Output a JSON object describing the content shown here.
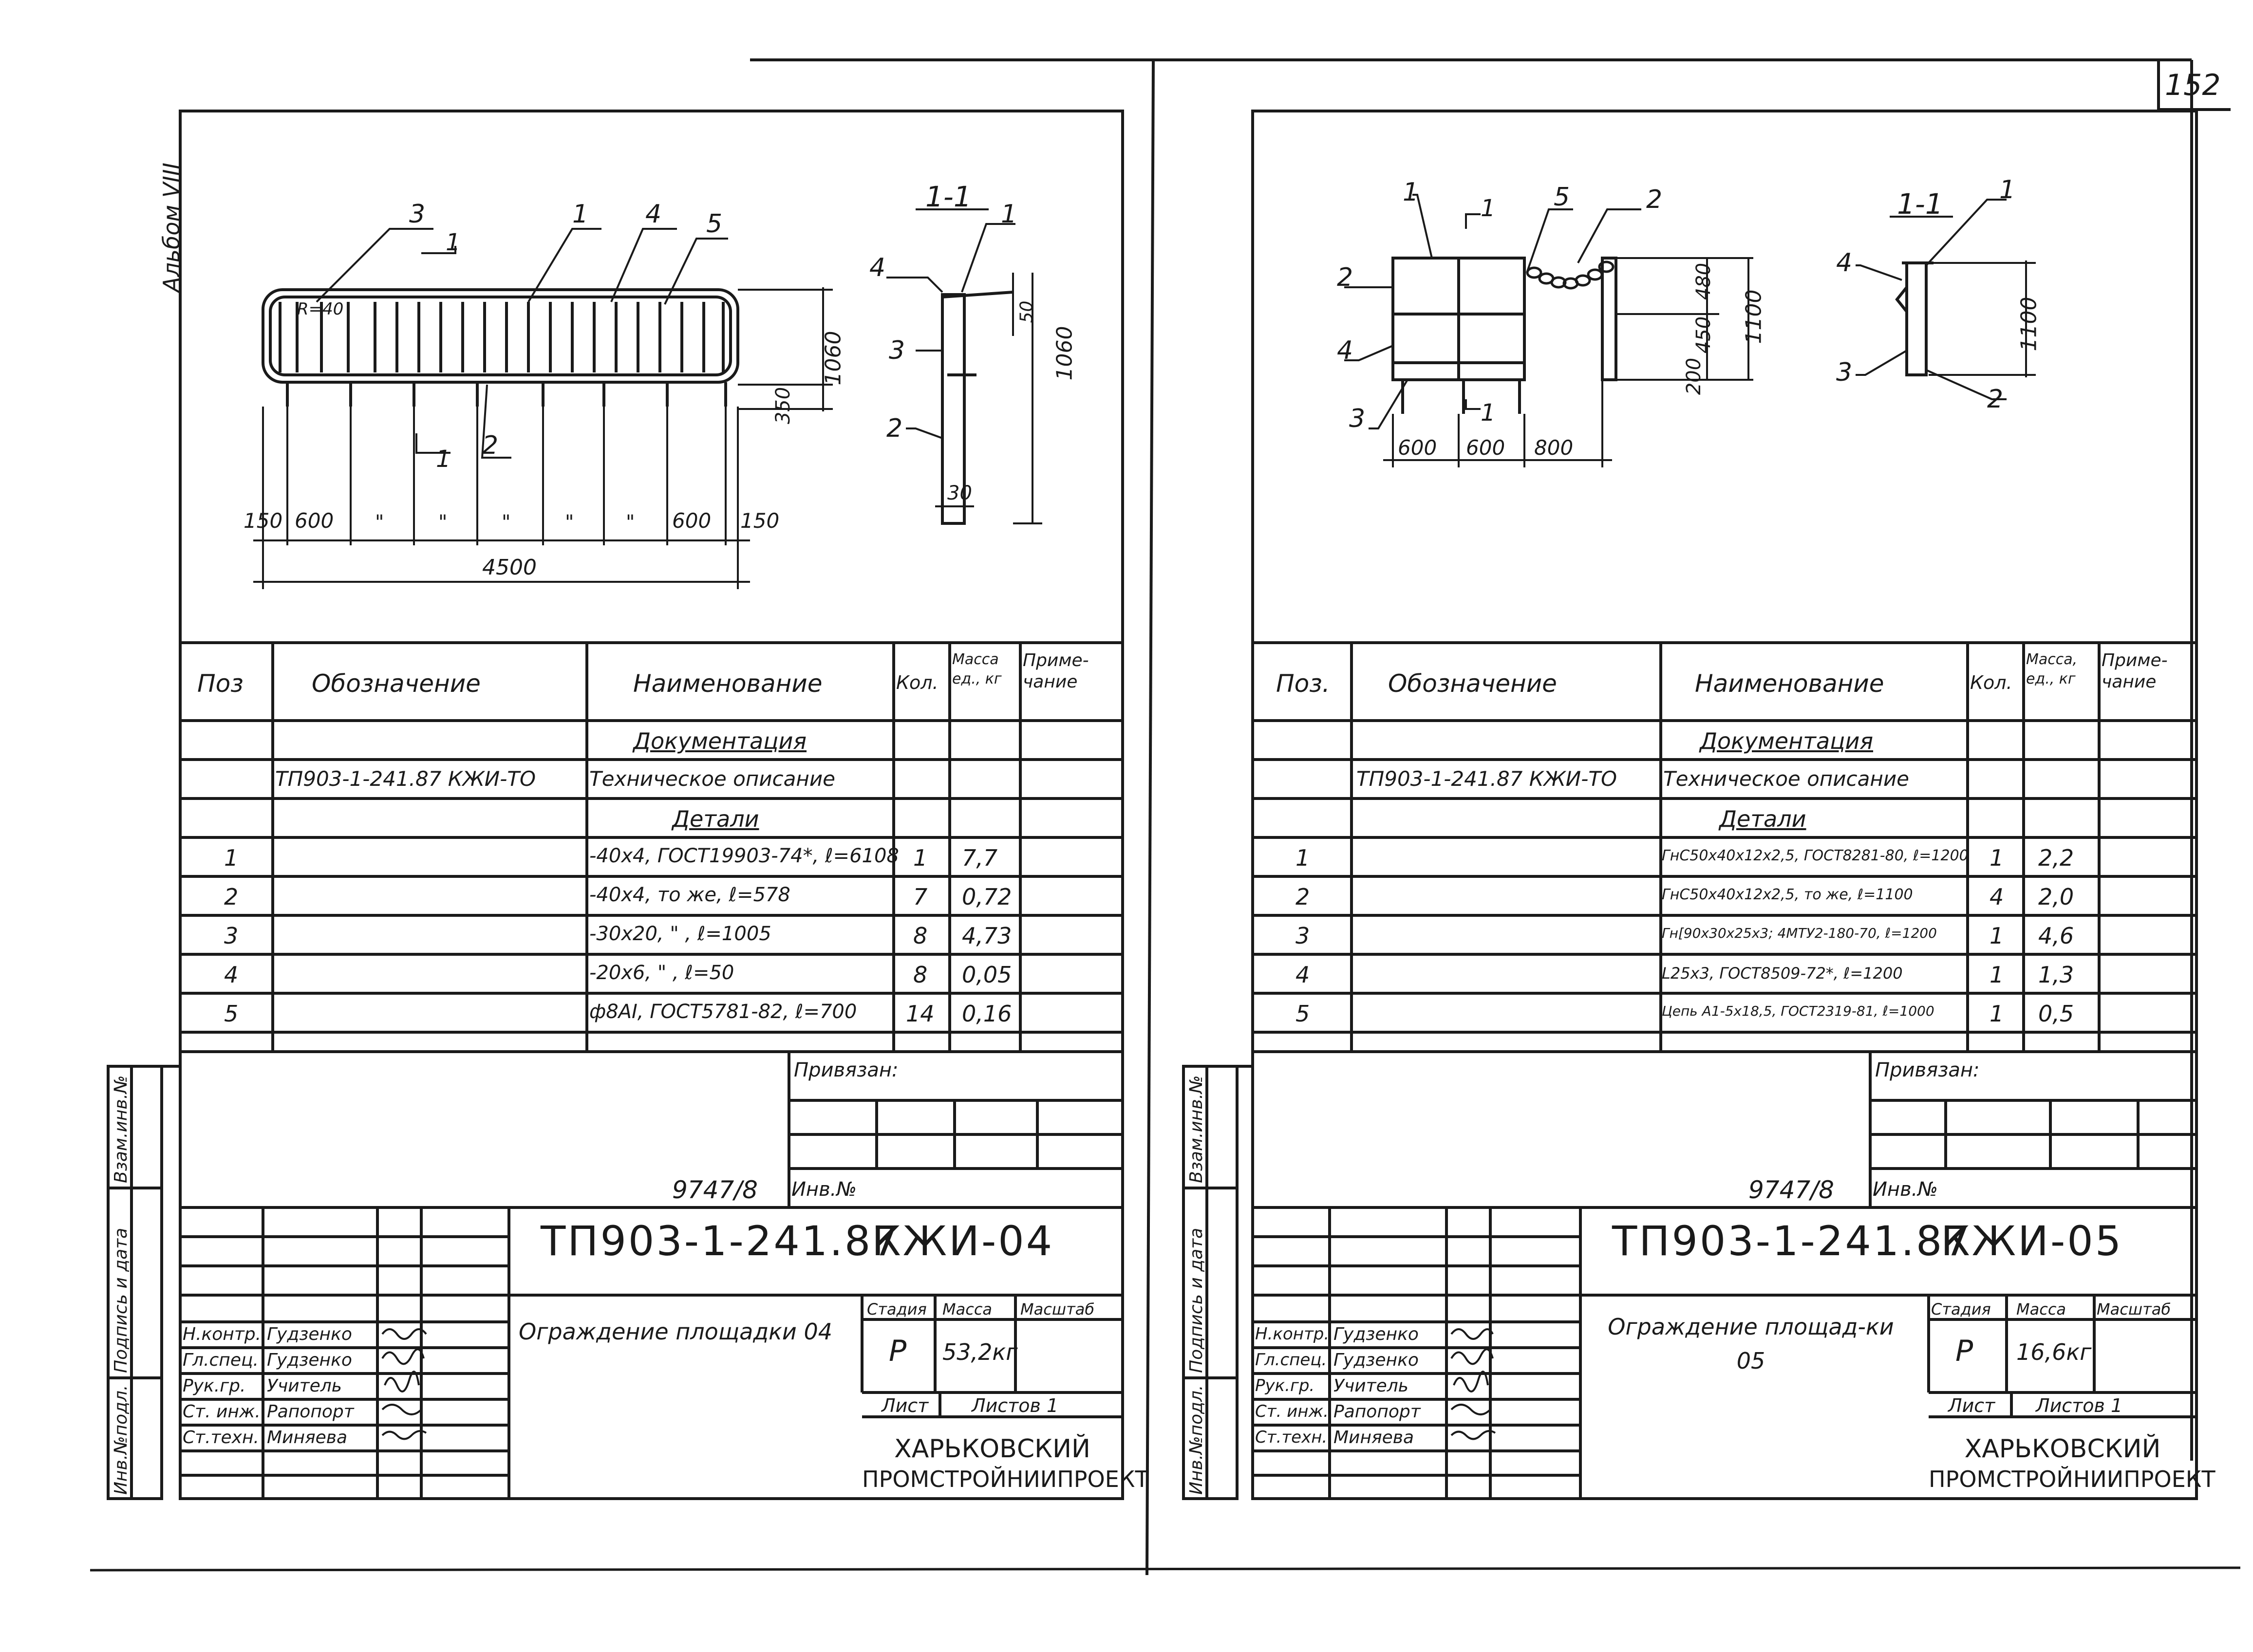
{
  "sheet_number": "152",
  "album_label": "Альбом VIII",
  "left": {
    "section_label": "1-1",
    "callouts": {
      "c1": "1",
      "c2": "2",
      "c3": "3",
      "c4": "4",
      "c5": "5"
    },
    "dims": {
      "height": "1060",
      "bottom": "350",
      "post_top": "50",
      "gap": "150",
      "span": "600",
      "ditto": "\"",
      "total": "4500",
      "section_height": "1060",
      "section_width": "30",
      "r": "R=40"
    },
    "spec": {
      "headers": {
        "pos": "Поз",
        "designation": "Обозначение",
        "name": "Наименование",
        "qty": "Кол.",
        "mass": "Масса ед., кг",
        "note": "Приме-чание"
      },
      "section_docs": "Документация",
      "doc_row": {
        "designation": "ТП903-1-241.87 КЖИ-ТО",
        "name": "Техническое описание"
      },
      "section_details": "Детали",
      "rows": [
        {
          "pos": "1",
          "name": "-40х4, ГОСТ19903-74*, ℓ=6108",
          "qty": "1",
          "mass": "7,7"
        },
        {
          "pos": "2",
          "name": "-40х4, то же, ℓ=578",
          "qty": "7",
          "mass": "0,72"
        },
        {
          "pos": "3",
          "name": "-30х20, \" , ℓ=1005",
          "qty": "8",
          "mass": "4,73"
        },
        {
          "pos": "4",
          "name": "-20х6, \" , ℓ=50",
          "qty": "8",
          "mass": "0,05"
        },
        {
          "pos": "5",
          "name": "ф8АI, ГОСТ5781-82, ℓ=700",
          "qty": "14",
          "mass": "0,16"
        }
      ]
    },
    "binding_label": "Привязан:",
    "inv_number": "9747/8",
    "inv_label": "Инв.№",
    "doc_code": "ТП903-1-241.87",
    "sheet_code": "КЖИ-04",
    "title": "Ограждение площадки 04",
    "stage_label": "Стадия",
    "mass_label": "Масса",
    "scale_label": "Масштаб",
    "stage": "Р",
    "mass": "53,2кг",
    "sheet_label": "Лист",
    "sheets_label": "Листов 1",
    "org_line1": "ХАРЬКОВСКИЙ",
    "org_line2": "ПРОМСТРОЙНИИПРОЕКТ",
    "roles": [
      "Н.контр.",
      "Гл.спец.",
      "Рук.гр.",
      "Ст. инж.",
      "Ст.техн."
    ],
    "names": [
      "Гудзенко",
      "Гудзенко",
      "Учитель",
      "Рапопорт",
      "Миняева"
    ],
    "side_labels": [
      "Инв.№подл.",
      "Подпись и дата",
      "Взам.инв.№"
    ]
  },
  "right": {
    "section_label": "1-1",
    "callouts": {
      "c1": "1",
      "c2": "2",
      "c3": "3",
      "c4": "4",
      "c5": "5"
    },
    "dims": {
      "h480": "480",
      "h450": "450",
      "h200": "200",
      "h1100": "1100",
      "w600a": "600",
      "w600b": "600",
      "w800": "800",
      "section_height": "1100"
    },
    "spec": {
      "headers": {
        "pos": "Поз.",
        "designation": "Обозначение",
        "name": "Наименование",
        "qty": "Кол.",
        "mass": "Масса, ед., кг",
        "note": "Приме-чание"
      },
      "section_docs": "Документация",
      "doc_row": {
        "designation": "ТП903-1-241.87 КЖИ-ТО",
        "name": "Техническое описание"
      },
      "section_details": "Детали",
      "rows": [
        {
          "pos": "1",
          "name": "ГнС50х40х12х2,5, ГОСТ8281-80, ℓ=1200",
          "qty": "1",
          "mass": "2,2"
        },
        {
          "pos": "2",
          "name": "ГнС50х40х12х2,5, то же, ℓ=1100",
          "qty": "4",
          "mass": "2,0"
        },
        {
          "pos": "3",
          "name": "Гн[90х30х25х3; 4МТУ2-180-70, ℓ=1200",
          "qty": "1",
          "mass": "4,6"
        },
        {
          "pos": "4",
          "name": "L25х3, ГОСТ8509-72*, ℓ=1200",
          "qty": "1",
          "mass": "1,3"
        },
        {
          "pos": "5",
          "name": "Цепь А1-5х18,5, ГОСТ2319-81, ℓ=1000",
          "qty": "1",
          "mass": "0,5"
        }
      ]
    },
    "binding_label": "Привязан:",
    "inv_number": "9747/8",
    "inv_label": "Инв.№",
    "doc_code": "ТП903-1-241.87",
    "sheet_code": "КЖИ-05",
    "title": "Ограждение площад-ки 05",
    "stage_label": "Стадия",
    "mass_label": "Масса",
    "scale_label": "Масштаб",
    "stage": "Р",
    "mass": "16,6кг",
    "sheet_label": "Лист",
    "sheets_label": "Листов 1",
    "org_line1": "ХАРЬКОВСКИЙ",
    "org_line2": "ПРОМСТРОЙНИИПРОЕКТ",
    "roles": [
      "Н.контр.",
      "Гл.спец.",
      "Рук.гр.",
      "Ст. инж.",
      "Ст.техн."
    ],
    "names": [
      "Гудзенко",
      "Гудзенко",
      "Учитель",
      "Рапопорт",
      "Миняева"
    ],
    "side_labels": [
      "Инв.№подл.",
      "Подпись и дата",
      "Взам.инв.№"
    ]
  }
}
